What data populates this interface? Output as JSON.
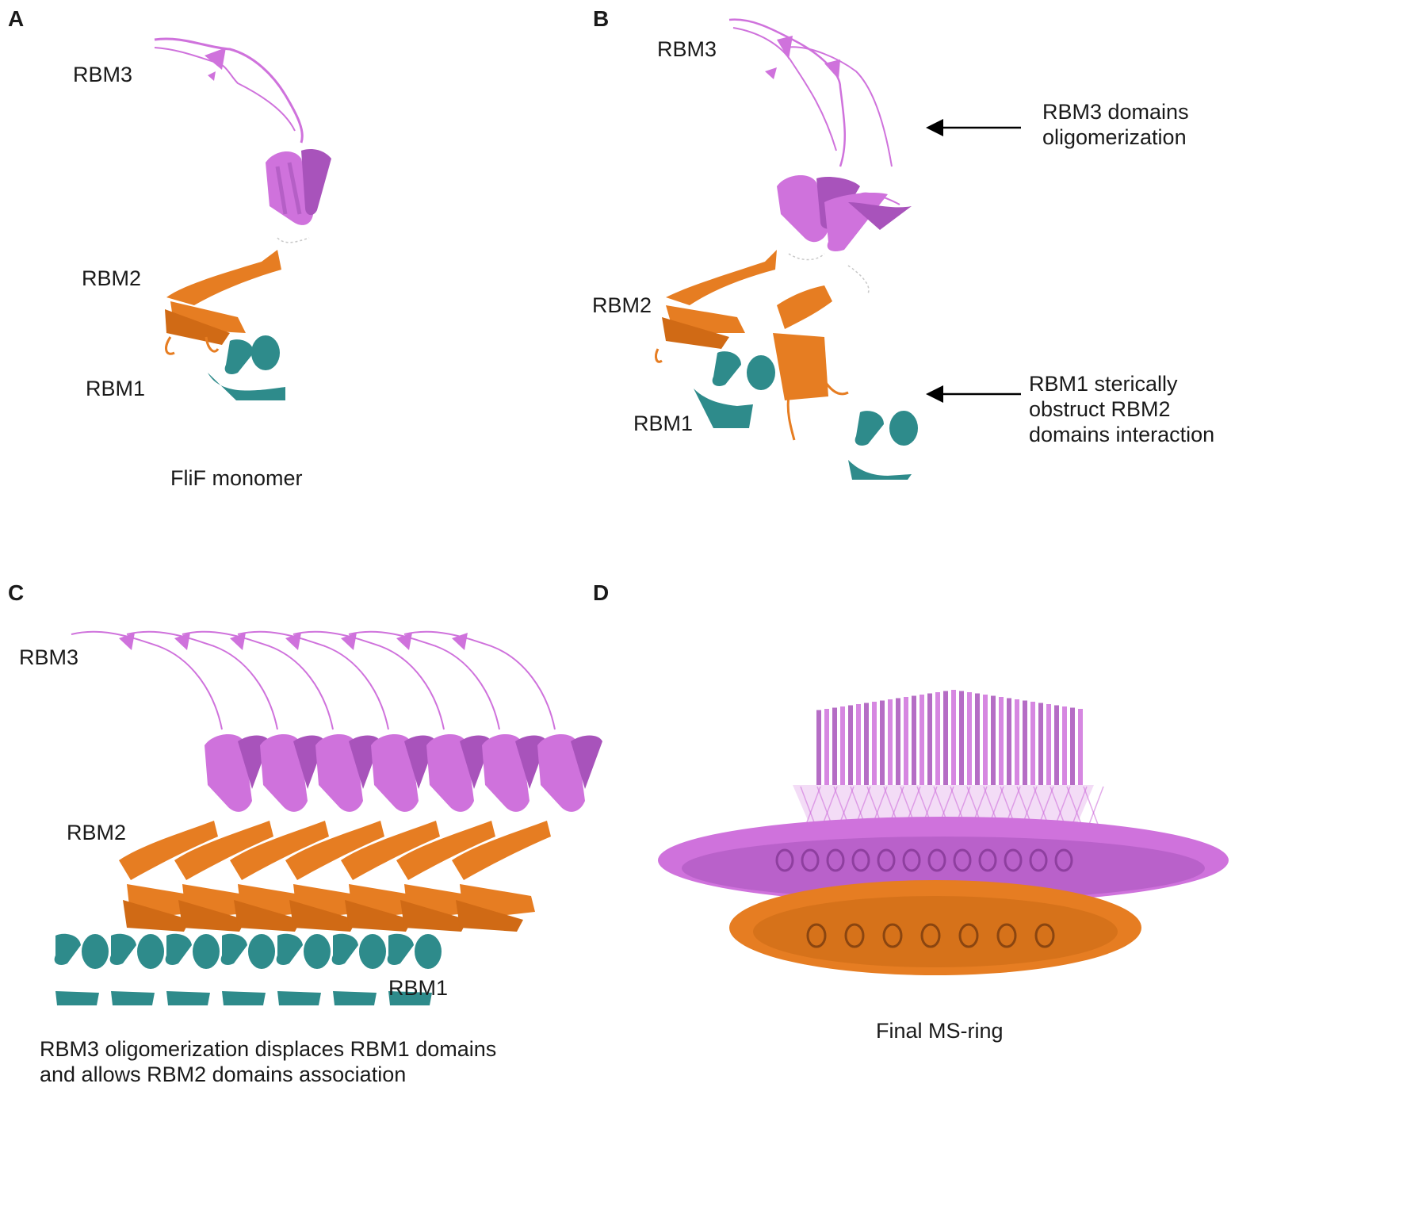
{
  "colors": {
    "rbm1": "#2e8b8b",
    "rbm2": "#e67d22",
    "rbm3": "#cf72dc",
    "rbm3_dark": "#a853bb",
    "linker": "#c8c8c8",
    "arrow": "#000000"
  },
  "panels": {
    "a": {
      "letter": "A",
      "labels": {
        "rbm3": "RBM3",
        "rbm2": "RBM2",
        "rbm1": "RBM1"
      },
      "caption": "FliF monomer"
    },
    "b": {
      "letter": "B",
      "labels": {
        "rbm3": "RBM3",
        "rbm2": "RBM2",
        "rbm1": "RBM1"
      },
      "annotation_top": [
        "RBM3 domains",
        "oligomerization"
      ],
      "annotation_bottom": [
        "RBM1 sterically",
        "obstruct RBM2",
        "domains interaction"
      ]
    },
    "c": {
      "letter": "C",
      "labels": {
        "rbm3": "RBM3",
        "rbm2": "RBM2",
        "rbm1": "RBM1"
      },
      "caption": [
        "RBM3 oligomerization displaces RBM1 domains",
        "and allows RBM2 domains association"
      ]
    },
    "d": {
      "letter": "D",
      "caption": "Final MS-ring"
    }
  }
}
